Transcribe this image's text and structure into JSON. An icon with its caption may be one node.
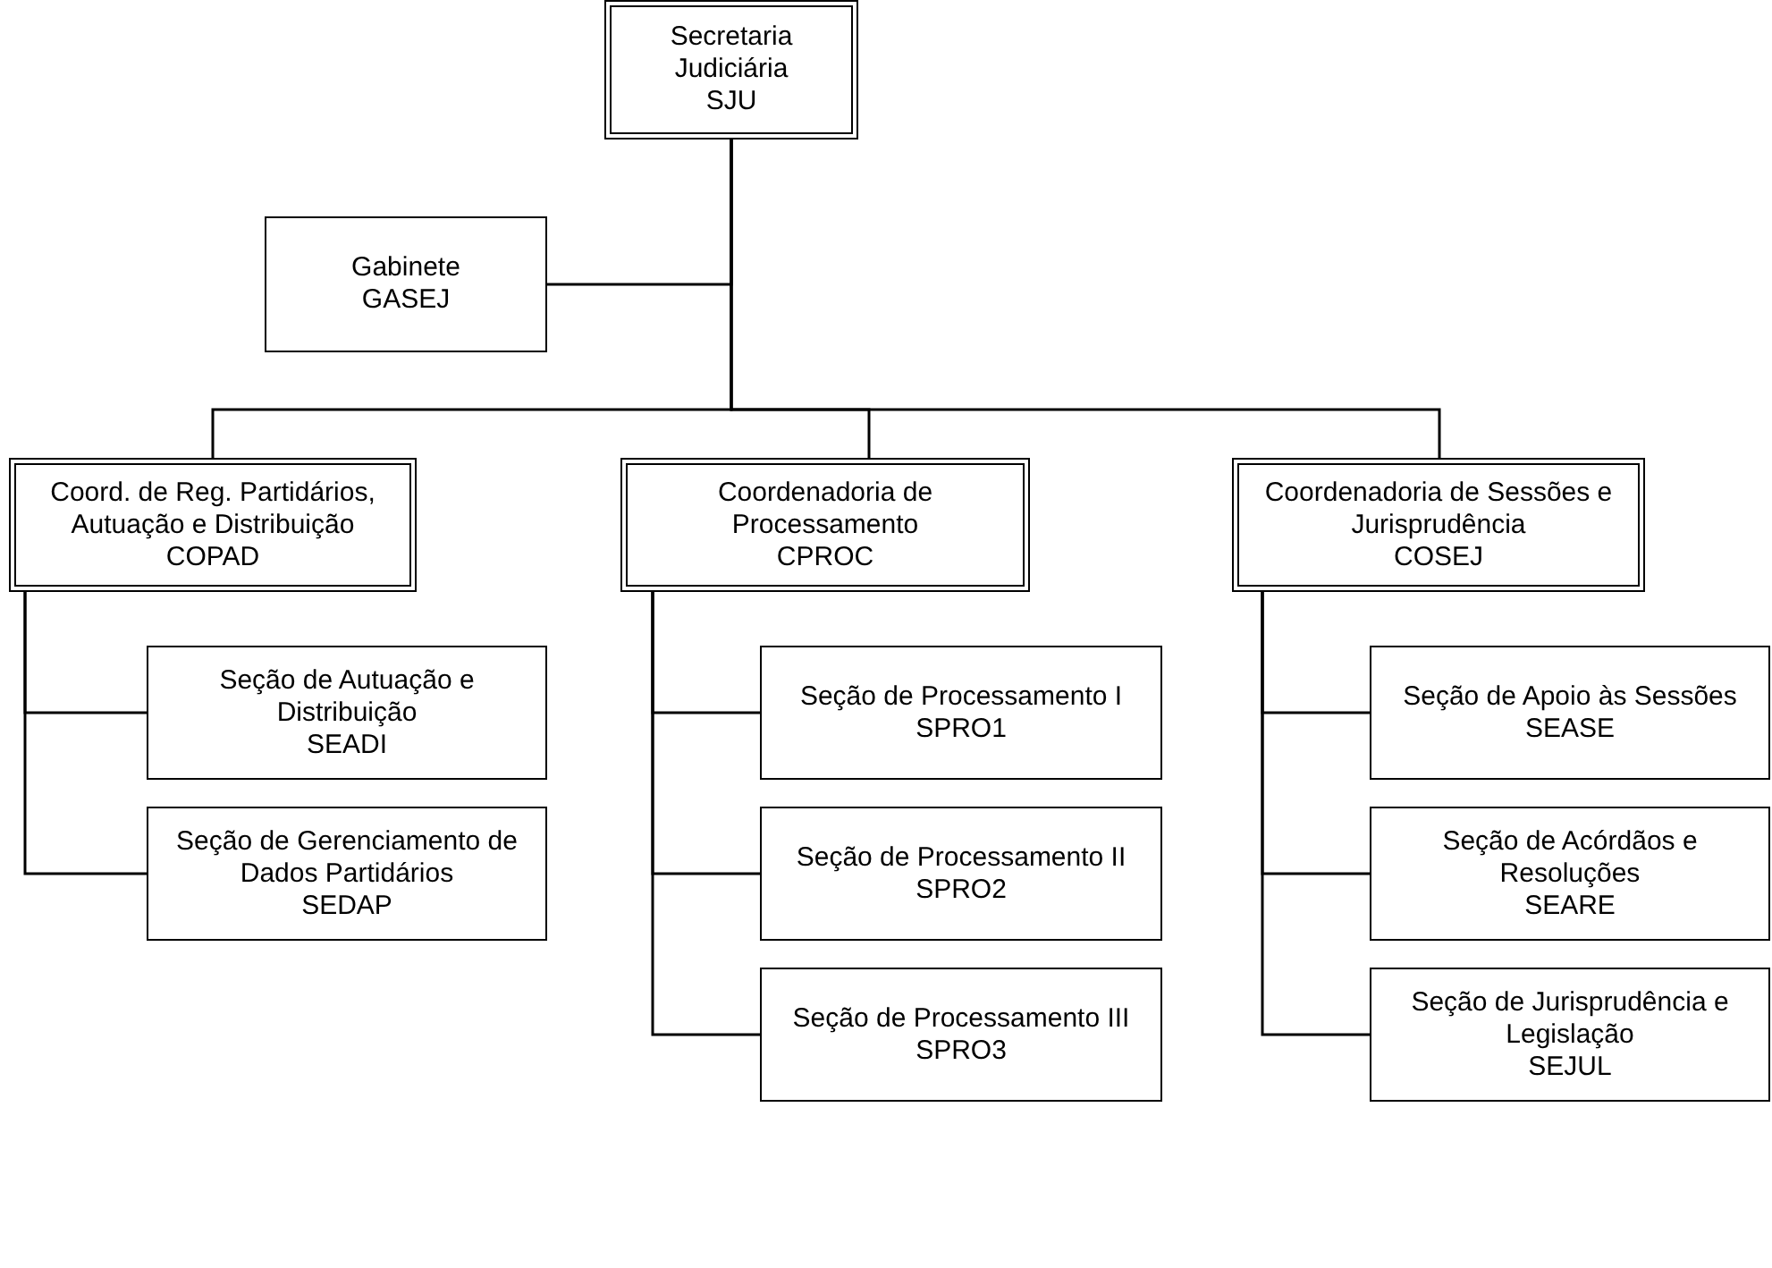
{
  "diagram": {
    "nodes": [
      {
        "text": [
          "Secretaria Judiciária",
          "SJU"
        ]
      },
      {
        "text": [
          "Gabinete",
          "GASEJ"
        ]
      },
      {
        "text": [
          "Coord. de Reg. Partidários, Autuação e Distribuição",
          "COPAD"
        ]
      },
      {
        "text": [
          "Coordenadoria de Processamento",
          "CPROC"
        ]
      },
      {
        "text": [
          "Coordenadoria de Sessões e Jurisprudência",
          "COSEJ"
        ]
      },
      {
        "text": [
          "Seção de Autuação e Distribuição",
          "SEADI"
        ]
      },
      {
        "text": [
          "Seção de Gerenciamento de Dados Partidários",
          "SEDAP"
        ]
      },
      {
        "text": [
          "Seção de Processamento I",
          "SPRO1"
        ]
      },
      {
        "text": [
          "Seção de Processamento II",
          "SPRO2"
        ]
      },
      {
        "text": [
          "Seção de Processamento III",
          "SPRO3"
        ]
      },
      {
        "text": [
          "Seção de Apoio às Sessões",
          "SEASE"
        ]
      },
      {
        "text": [
          "Seção de Acórdãos e Resoluções",
          "SEARE"
        ]
      },
      {
        "text": [
          "Seção de Jurisprudência e Legislação",
          "SEJUL"
        ]
      }
    ],
    "edges": [
      {
        "from": 0,
        "to": 1,
        "arrow": "none"
      },
      {
        "from": 0,
        "to": 2,
        "arrow": "none"
      },
      {
        "from": 0,
        "to": 3,
        "arrow": "none"
      },
      {
        "from": 0,
        "to": 4,
        "arrow": "none"
      },
      {
        "from": 2,
        "to": 5,
        "arrow": "none"
      },
      {
        "from": 2,
        "to": 6,
        "arrow": "none"
      },
      {
        "from": 3,
        "to": 7,
        "arrow": "none"
      },
      {
        "from": 3,
        "to": 8,
        "arrow": "none"
      },
      {
        "from": 3,
        "to": 9,
        "arrow": "none"
      },
      {
        "from": 4,
        "to": 10,
        "arrow": "none"
      },
      {
        "from": 4,
        "to": 11,
        "arrow": "none"
      },
      {
        "from": 4,
        "to": 12,
        "arrow": "none"
      }
    ]
  }
}
